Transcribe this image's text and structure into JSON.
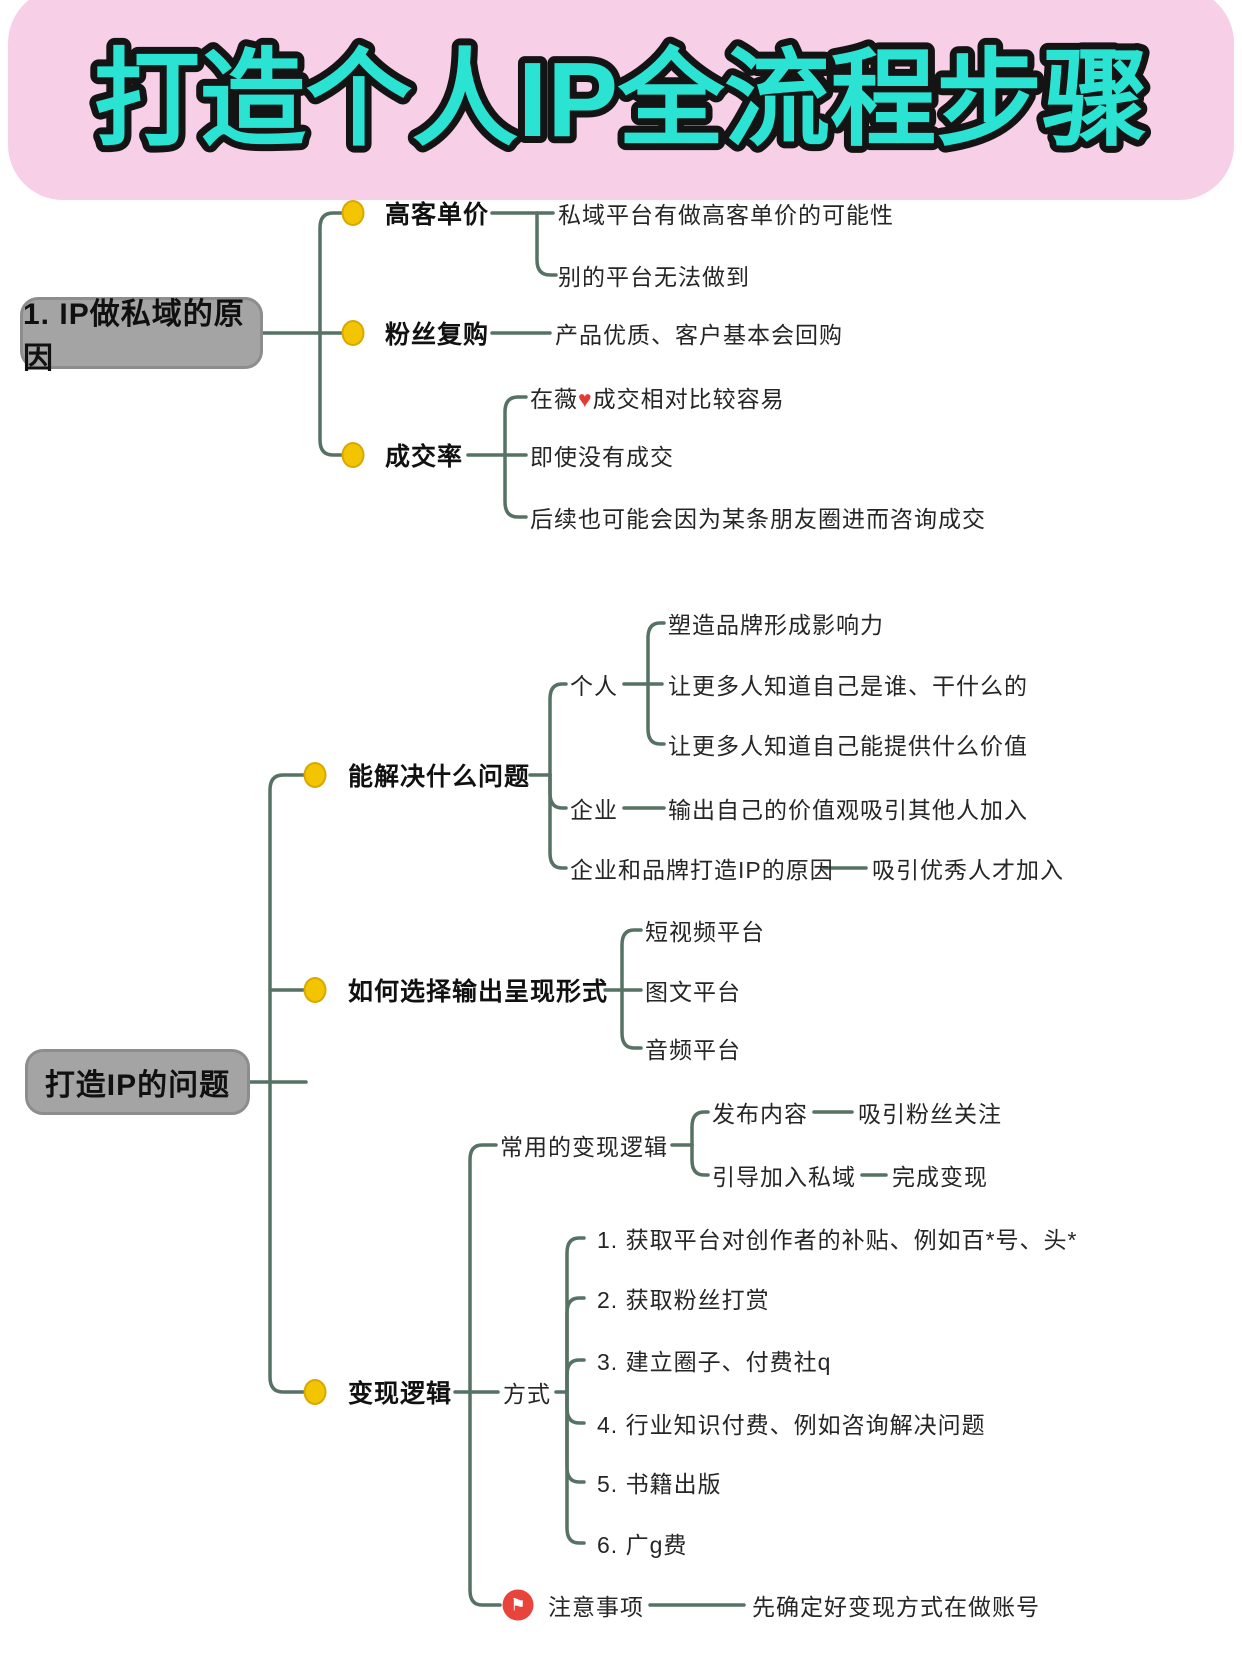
{
  "title": "打造个人IP全流程步骤",
  "colors": {
    "banner_bg": "#F7D0E8",
    "title_fill": "#2BE3D3",
    "line": "#567264",
    "dot_fill": "#F2C500",
    "box_bg": "#A4A4A4",
    "heart": "#E53935",
    "flag_bg": "#E8443B"
  },
  "tree1": {
    "root": "1.  IP做私域的原因",
    "branches": [
      {
        "label": "高客单价",
        "children": [
          "私域平台有做高客单价的可能性",
          "别的平台无法做到"
        ]
      },
      {
        "label": "粉丝复购",
        "children": [
          "产品优质、客户基本会回购"
        ]
      },
      {
        "label": "成交率",
        "heart_line": {
          "pre": "在薇",
          "heart": "♥",
          "post": "成交相对比较容易"
        },
        "children": [
          "即使没有成交",
          "后续也可能会因为某条朋友圈进而咨询成交"
        ]
      }
    ]
  },
  "tree2": {
    "root": "打造IP的问题",
    "branch_solve": {
      "label": "能解决什么问题",
      "personal": {
        "label": "个人",
        "children": [
          "塑造品牌形成影响力",
          "让更多人知道自己是谁、干什么的",
          "让更多人知道自己能提供什么价值"
        ]
      },
      "company": {
        "label": "企业",
        "child": "输出自己的价值观吸引其他人加入"
      },
      "brand": {
        "label": "企业和品牌打造IP的原因",
        "child": "吸引优秀人才加入"
      }
    },
    "branch_format": {
      "label": "如何选择输出呈现形式",
      "children": [
        "短视频平台",
        "图文平台",
        "音频平台"
      ]
    },
    "branch_monetize": {
      "label": "变现逻辑",
      "logic": {
        "label": "常用的变现逻辑",
        "flow1": {
          "label": "发布内容",
          "child": "吸引粉丝关注"
        },
        "flow2": {
          "label": "引导加入私域",
          "child": "完成变现"
        }
      },
      "methods": {
        "label": "方式",
        "items": [
          "1.  获取平台对创作者的补贴、例如百*号、头*",
          "2.  获取粉丝打赏",
          "3.  建立圈子、付费社q",
          "4.  行业知识付费、例如咨询解决问题",
          "5.  书籍出版",
          "6.  广g费"
        ]
      },
      "notes": {
        "label": "注意事项",
        "flag_icon": "⚑",
        "child": "先确定好变现方式在做账号"
      }
    }
  }
}
